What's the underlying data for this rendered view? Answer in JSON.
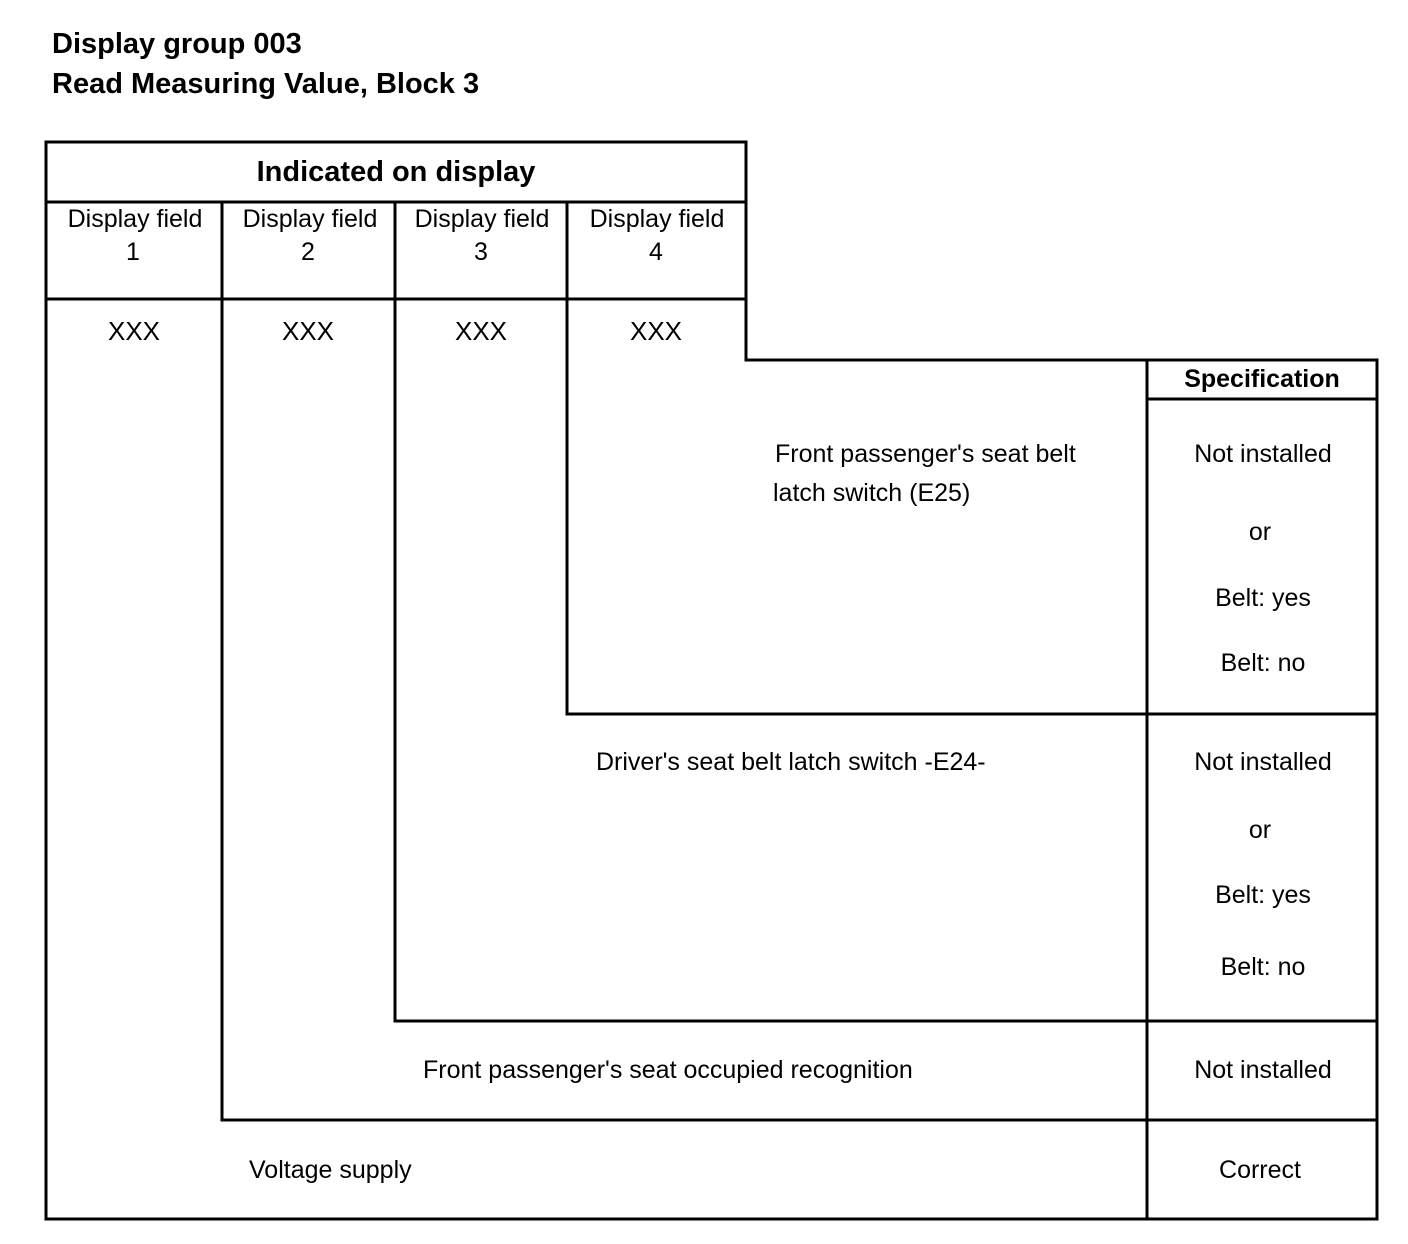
{
  "header": {
    "title": "Display group 003",
    "subtitle": "Read Measuring Value, Block 3"
  },
  "table": {
    "group_header": "Indicated on display",
    "fields": [
      {
        "label_line1": "Display field",
        "label_line2": "1",
        "value": "XXX"
      },
      {
        "label_line1": "Display field",
        "label_line2": "2",
        "value": "XXX"
      },
      {
        "label_line1": "Display field",
        "label_line2": "3",
        "value": "XXX"
      },
      {
        "label_line1": "Display field",
        "label_line2": "4",
        "value": "XXX"
      }
    ],
    "specification_header": "Specification",
    "rows": [
      {
        "description_line1": "Front passenger's seat belt",
        "description_line2": "latch switch (E25)",
        "spec": [
          "Not installed",
          "or",
          "Belt: yes",
          "Belt: no"
        ]
      },
      {
        "description": "Driver's seat belt latch switch -E24-",
        "spec": [
          "Not installed",
          "or",
          "Belt: yes",
          "Belt: no"
        ]
      },
      {
        "description": "Front passenger's seat occupied recognition",
        "spec": [
          "Not installed"
        ]
      },
      {
        "description": "Voltage supply",
        "spec": [
          "Correct"
        ]
      }
    ]
  }
}
